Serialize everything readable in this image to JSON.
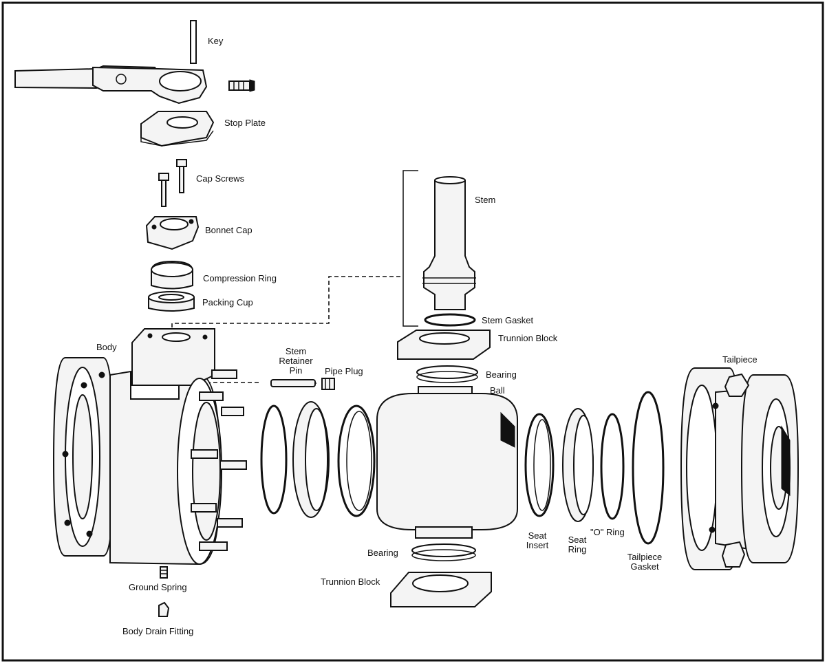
{
  "labels": {
    "key": "Key",
    "stop_plate": "Stop Plate",
    "cap_screws": "Cap Screws",
    "bonnet_cap": "Bonnet Cap",
    "compression_ring": "Compression Ring",
    "packing_cup": "Packing Cup",
    "body": "Body",
    "stem_retainer_pin": [
      "Stem",
      "Retainer",
      "Pin"
    ],
    "pipe_plug": "Pipe Plug",
    "stem": "Stem",
    "stem_gasket": "Stem Gasket",
    "trunnion_block_top": "Trunnion Block",
    "bearing_top": "Bearing",
    "ball": "Ball",
    "tailpiece": "Tailpiece",
    "seat_insert": [
      "Seat",
      "Insert"
    ],
    "seat_ring": [
      "Seat",
      "Ring"
    ],
    "o_ring": "\"O\" Ring",
    "tailpiece_gasket": [
      "Tailpiece",
      "Gasket"
    ],
    "bearing_bottom": "Bearing",
    "trunnion_block_bottom": "Trunnion Block",
    "ground_spring": "Ground Spring",
    "body_drain_fitting": "Body Drain Fitting"
  }
}
